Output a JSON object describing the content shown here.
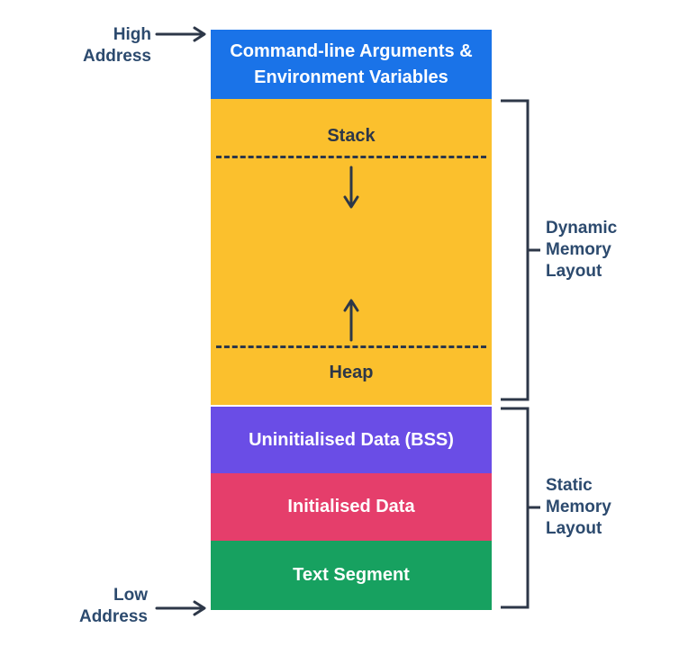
{
  "addresses": {
    "high": [
      "High",
      "Address"
    ],
    "low": [
      "Low",
      "Address"
    ]
  },
  "segments": {
    "args": [
      "Command-line Arguments &",
      "Environment Variables"
    ],
    "stack": "Stack",
    "heap": "Heap",
    "bss": "Uninitialised Data (BSS)",
    "initialised": "Initialised Data",
    "text": "Text Segment"
  },
  "groups": {
    "dynamic": [
      "Dynamic",
      "Memory",
      "Layout"
    ],
    "static": [
      "Static",
      "Memory",
      "Layout"
    ]
  },
  "colors": {
    "args": "#1a73e8",
    "dynamic": "#fbc02d",
    "bss": "#6a4de6",
    "initialised": "#e53e6b",
    "text": "#17a160",
    "label": "#2c4a6e",
    "line": "#2d3748"
  }
}
